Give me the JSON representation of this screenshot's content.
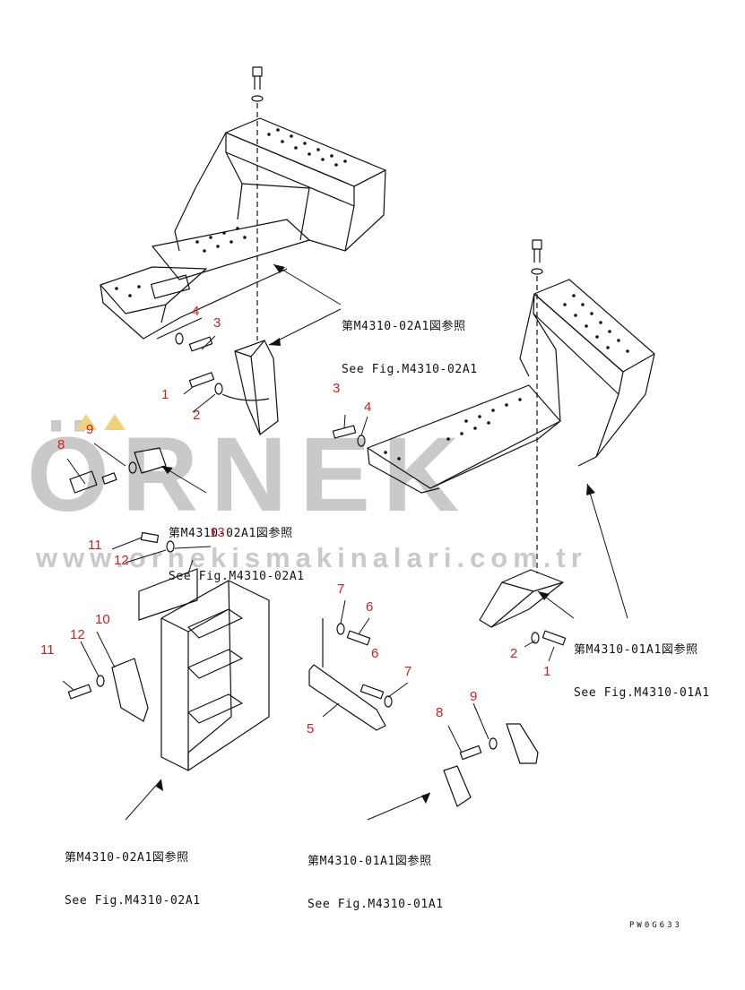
{
  "watermark": {
    "brand": "ÖRNEK",
    "url": "www.ornekismakinalari.com.tr",
    "color": "#c9c9c9",
    "accent": "#f1d27a"
  },
  "drawing_code": "PW0G633",
  "references": [
    {
      "jp": "第M4310-02A1図参照",
      "en": "See Fig.M4310-02A1"
    },
    {
      "jp": "第M4310-02A1図参照",
      "en": "See Fig.M4310-02A1"
    },
    {
      "jp": "第M4310-02A1図参照",
      "en": "See Fig.M4310-02A1"
    },
    {
      "jp": "第M4310-01A1図参照",
      "en": "See Fig.M4310-01A1"
    },
    {
      "jp": "第M4310-01A1図参照",
      "en": "See Fig.M4310-01A1"
    }
  ],
  "callouts": [
    "4",
    "3",
    "1",
    "2",
    "9",
    "8",
    "11",
    "12",
    "13",
    "10",
    "11",
    "12",
    "3",
    "4",
    "7",
    "6",
    "6",
    "7",
    "5",
    "9",
    "8",
    "2",
    "1"
  ],
  "colors": {
    "callout": "#d21f1f",
    "line": "#111111"
  }
}
